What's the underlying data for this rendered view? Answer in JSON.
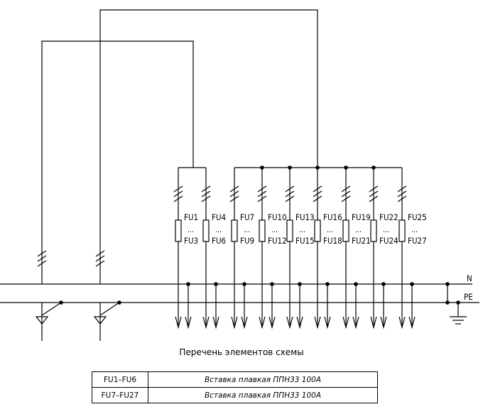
{
  "bus_labels": {
    "neutral": "N",
    "protective_earth": "PE"
  },
  "fuse_groups": [
    {
      "top": "FU1",
      "dots": "...",
      "bottom": "FU3"
    },
    {
      "top": "FU4",
      "dots": "...",
      "bottom": "FU6"
    },
    {
      "top": "FU7",
      "dots": "...",
      "bottom": "FU9"
    },
    {
      "top": "FU10",
      "dots": "...",
      "bottom": "FU12"
    },
    {
      "top": "FU13",
      "dots": "...",
      "bottom": "FU15"
    },
    {
      "top": "FU16",
      "dots": "...",
      "bottom": "FU18"
    },
    {
      "top": "FU19",
      "dots": "...",
      "bottom": "FU21"
    },
    {
      "top": "FU22",
      "dots": "...",
      "bottom": "FU24"
    },
    {
      "top": "FU25",
      "dots": "...",
      "bottom": "FU27"
    }
  ],
  "element_list": {
    "title": "Перечень элементов схемы",
    "rows": [
      {
        "ref": "FU1–FU6",
        "description": "Вставка плавкая ППН33 100А"
      },
      {
        "ref": "FU7–FU27",
        "description": "Вставка плавкая ППН33 100А"
      }
    ]
  }
}
